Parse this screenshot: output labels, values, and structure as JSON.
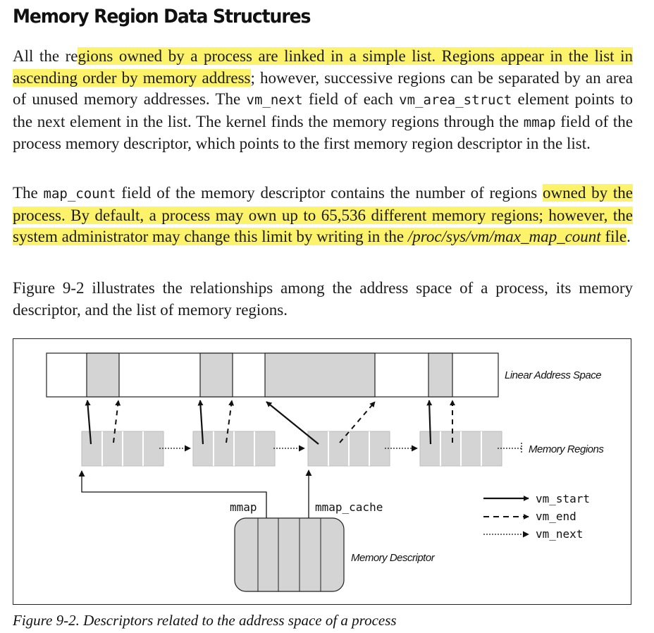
{
  "heading": "Memory Region Data Structures",
  "paragraph1": {
    "t1": "All the re",
    "h1": "gions owned by a process are linked in a simple list. Regions appear in the list in ascending order by memory address",
    "t2": "; however, successive regions can be separated by an area of unused memory addresses. The ",
    "c1": "vm_next",
    "t3": " field of each ",
    "c2": "vm_area_struct",
    "t4": " element points to the next element in the list. The kernel finds the memory regions through the ",
    "c3": "mmap",
    "t5": " field of the process memory descriptor, which points to the first memory region descriptor in the list."
  },
  "paragraph2": {
    "t1": "The ",
    "c1": "map_count",
    "t2": " field of the memory descriptor contains the number of regions ",
    "h1": "owned by the process. By default, a process may own up to 65,536 different memory regions; however, the system administrator may change this limit by writing in the ",
    "i1": "/proc/sys/vm/max_map_count",
    "h2": " file",
    "t3": "."
  },
  "paragraph3": "Figure 9-2 illustrates the relationships among the address space of a process, its memory descriptor, and the list of memory regions.",
  "figure": {
    "label_linear": "Linear Address Space",
    "label_regions": "Memory Regions",
    "label_descriptor": "Memory Descriptor",
    "label_mmap": "mmap",
    "label_mmap_cache": "mmap_cache",
    "legend": {
      "start": "vm_start",
      "end": "vm_end",
      "next": "vm_next"
    },
    "colors": {
      "fill": "#d4d4d4",
      "stroke": "#222222"
    }
  },
  "caption": "Figure 9-2. Descriptors related to the address space of a process"
}
